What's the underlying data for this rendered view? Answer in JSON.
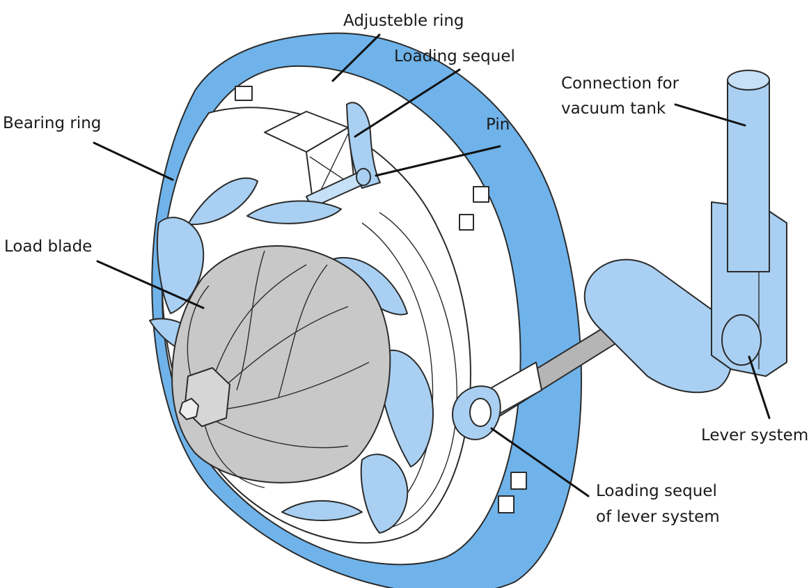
{
  "labels": {
    "adjustable_ring": "Adjusteble ring",
    "loading_sequel": "Loading sequel",
    "connection_line1": "Connection for",
    "connection_line2": "vacuum tank",
    "bearing_ring": "Bearing ring",
    "pin": "Pin",
    "load_blade": "Load blade",
    "lever_system": "Lever system",
    "loading_sequel_lever_line1": "Loading sequel",
    "loading_sequel_lever_line2": "of lever system"
  },
  "colors": {
    "ring_blue": "#6fb3ea",
    "part_blue": "#a9d0f2",
    "light_blue": "#c5e0f7",
    "turbine_gray": "#c8c8c8",
    "shaft_gray": "#b5b5b5",
    "outline": "#2b2b2b",
    "leader": "#111111"
  }
}
